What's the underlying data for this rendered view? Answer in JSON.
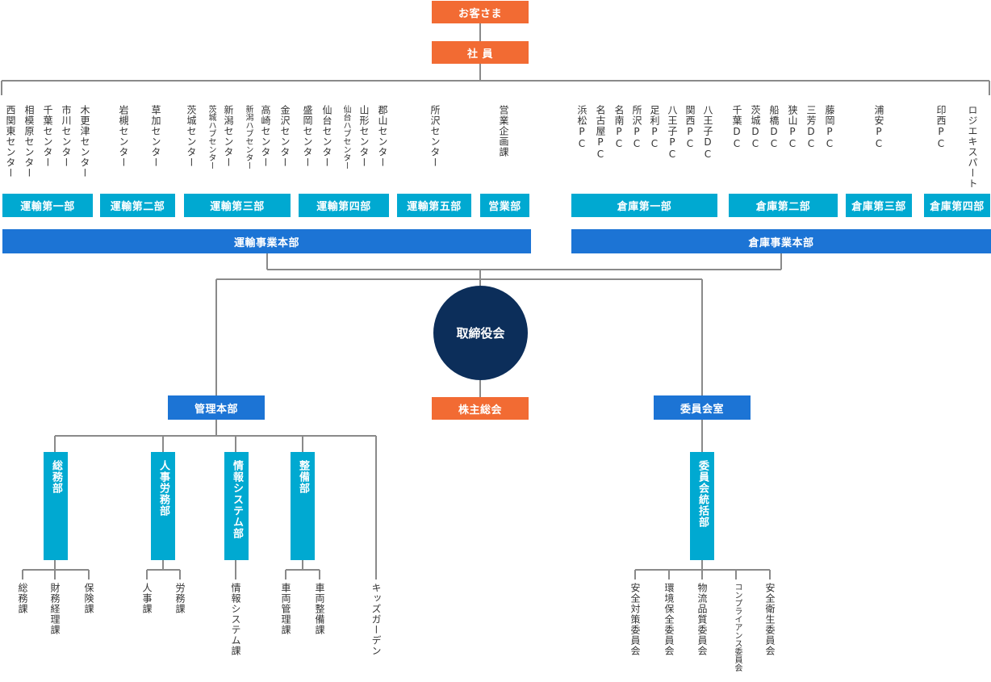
{
  "top": {
    "customer": "お客さま",
    "employee": "社 員"
  },
  "transport": {
    "hq": "運輸事業本部",
    "groups": [
      {
        "label": "運輸第一部",
        "centers": [
          "西関東センター",
          "相模原センター",
          "千葉センター",
          "市川センター",
          "木更津センター"
        ]
      },
      {
        "label": "運輸第二部",
        "centers": [
          "岩槻センター",
          "草加センター"
        ]
      },
      {
        "label": "運輸第三部",
        "centers": [
          "茨城センター",
          "茨城ハブセンター",
          "新潟センター",
          "新潟ハブセンター"
        ]
      },
      {
        "label": "運輸第四部",
        "centers": [
          "高崎センター",
          "金沢センター",
          "盛岡センター",
          "仙台センター",
          "仙台ハブセンター",
          "山形センター",
          "郡山センター"
        ]
      },
      {
        "label": "運輸第五部",
        "centers": [
          "所沢センター"
        ]
      },
      {
        "label": "営業部",
        "centers": [
          "営業企画課"
        ]
      }
    ]
  },
  "warehouse": {
    "hq": "倉庫事業本部",
    "groups": [
      {
        "label": "倉庫第一部",
        "centers": [
          "浜松PC",
          "名古屋PC",
          "名南PC",
          "所沢PC",
          "足利PC",
          "八王子PC",
          "関西PC",
          "八王子DC"
        ]
      },
      {
        "label": "倉庫第二部",
        "centers": [
          "千葉DC",
          "茨城DC",
          "船橋DC",
          "狭山PC",
          "三芳DC",
          "藤岡PC"
        ]
      },
      {
        "label": "倉庫第三部",
        "centers": [
          "浦安PC"
        ]
      },
      {
        "label": "倉庫第四部",
        "centers": [
          "印西PC",
          "ロジエキスパート"
        ]
      }
    ]
  },
  "board": "取締役会",
  "shareholders": "株主総会",
  "management": {
    "hq": "管理本部",
    "depts": [
      {
        "label": "総務部",
        "sections": [
          "総務課",
          "財務経理課",
          "保険課"
        ]
      },
      {
        "label": "人事労務部",
        "sections": [
          "人事課",
          "労務課"
        ]
      },
      {
        "label": "情報システム部",
        "sections": [
          "情報システム課"
        ]
      },
      {
        "label": "整備部",
        "sections": [
          "車両管理課",
          "車両整備課"
        ]
      }
    ],
    "extra": "キッズガーデン"
  },
  "committee": {
    "hq": "委員会室",
    "dept": "委員会統括部",
    "sections": [
      "安全対策委員会",
      "環境保全委員会",
      "物流品質委員会",
      "コンプライアンス委員会",
      "安全衛生委員会"
    ]
  },
  "colors": {
    "orange": "#f26b33",
    "cyan": "#00a9d1",
    "blue": "#1c74d5",
    "navy": "#0c2e5a",
    "line": "#888888",
    "text": "#333333"
  }
}
